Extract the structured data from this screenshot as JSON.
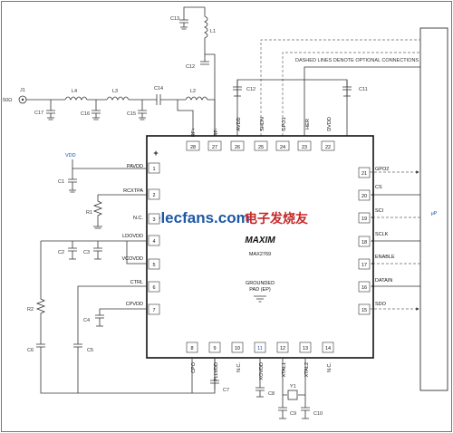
{
  "title": "",
  "note": "DASHED LINES DENOTE OPTIONAL CONNECTIONS",
  "chip": {
    "brand": "MAXIM",
    "part": "MAX2769",
    "ground_line1": "GROUNDED",
    "ground_line2": "PAD (EP)",
    "pin1_marker": "+"
  },
  "watermark": {
    "site": "elecfans.com",
    "cn": "电子发烧友"
  },
  "labels": {
    "ant": "50Ω",
    "j1": "J1",
    "vdd": "VDD",
    "up": "μP",
    "y1": "Y1",
    "caps": [
      "C13",
      "C12",
      "C17",
      "C16",
      "C15",
      "C14",
      "C12",
      "C11",
      "C1",
      "C2",
      "C3",
      "C4",
      "C5",
      "C6",
      "C7",
      "C8",
      "C9",
      "C10"
    ],
    "inductors": [
      "L1",
      "L2",
      "L3",
      "L4"
    ],
    "resistors": [
      "R1",
      "R2"
    ]
  },
  "pins_top": [
    {
      "num": "28",
      "name": "RF+"
    },
    {
      "num": "27",
      "name": "RF-"
    },
    {
      "num": "26",
      "name": "AVDD"
    },
    {
      "num": "25",
      "name": "SHDN"
    },
    {
      "num": "24",
      "name": "GPO1"
    },
    {
      "num": "23",
      "name": "HER"
    },
    {
      "num": "22",
      "name": "DVDD"
    }
  ],
  "pins_left": [
    {
      "num": "1",
      "name": "PAVDD"
    },
    {
      "num": "2",
      "name": "RCXTPA"
    },
    {
      "num": "3",
      "name": "N.C."
    },
    {
      "num": "4",
      "name": "LDOVDD"
    },
    {
      "num": "5",
      "name": "VCOVDD"
    },
    {
      "num": "6",
      "name": "CTRL"
    },
    {
      "num": "7",
      "name": "CPVDD"
    }
  ],
  "pins_right": [
    {
      "num": "21",
      "name": "GPO2"
    },
    {
      "num": "20",
      "name": "CS"
    },
    {
      "num": "19",
      "name": "SCI"
    },
    {
      "num": "18",
      "name": "SCLK"
    },
    {
      "num": "17",
      "name": "ENABLE"
    },
    {
      "num": "16",
      "name": "DATAIN"
    },
    {
      "num": "15",
      "name": "SDO"
    }
  ],
  "pins_bottom": [
    {
      "num": "8",
      "name": "CPO"
    },
    {
      "num": "9",
      "name": "PLLVDD"
    },
    {
      "num": "10",
      "name": "N.C."
    },
    {
      "num": "11",
      "name": "XOVDD"
    },
    {
      "num": "12",
      "name": "XTAL1"
    },
    {
      "num": "13",
      "name": "XTAL2"
    },
    {
      "num": "14",
      "name": "N.C."
    }
  ],
  "up_signals": [
    "GPO2",
    "CS",
    "SCI",
    "SCLK",
    "ENABLE",
    "DATAIN",
    "SDO"
  ]
}
